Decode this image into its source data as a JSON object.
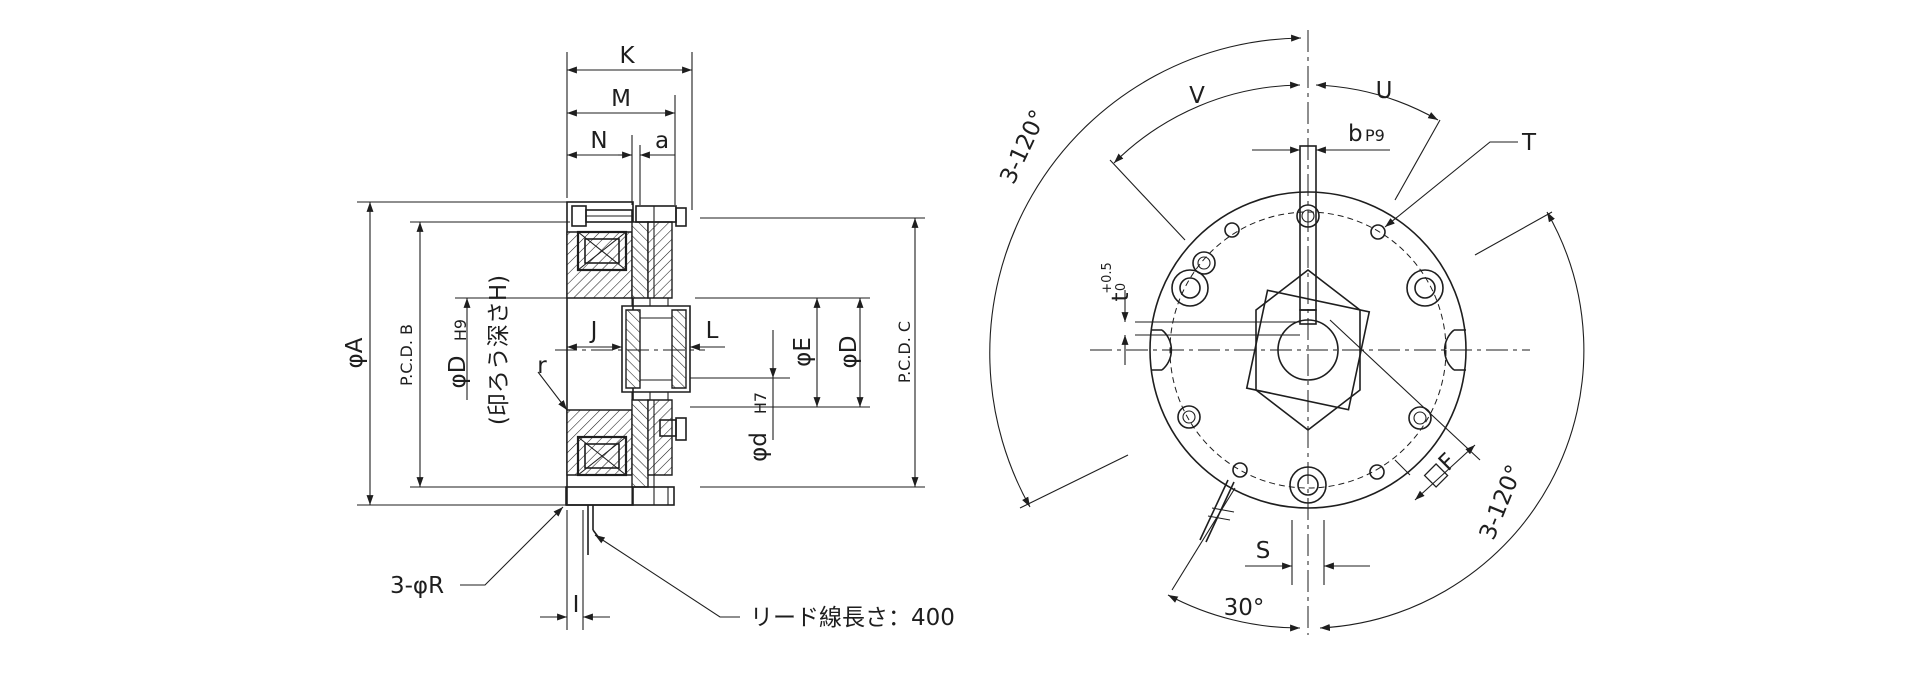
{
  "side_view": {
    "dim_K": "K",
    "dim_M": "M",
    "dim_N": "N",
    "dim_a": "a",
    "dim_phiA": "φA",
    "dim_pcd_B": "P.C.D. B",
    "dim_phiD_H9": "φD",
    "dim_H9_tol": "H9",
    "note_depth": "(印ろう深さH)",
    "dim_r": "r",
    "dim_J": "J",
    "dim_L": "L",
    "dim_phiE": "φE",
    "dim_phiD": "φD",
    "dim_pcd_C": "P.C.D. C",
    "dim_phid": "φd",
    "dim_H7_tol": "H7",
    "dim_I": "I",
    "callout_3phiR": "3-φR",
    "callout_lead": "リード線長さ：400"
  },
  "front_view": {
    "angle_top_left": "3-120°",
    "angle_bottom_right": "3-120°",
    "dim_V": "V",
    "dim_U": "U",
    "dim_b": "b",
    "dim_P9_tol": "P9",
    "callout_T": "T",
    "dim_t": "t",
    "dim_t_tol_plus": "+0.5",
    "dim_t_tol_zero": "0",
    "dim_sqF": "□F",
    "dim_S": "S",
    "angle_30": "30°"
  },
  "colors": {
    "line": "#1e1e1e",
    "background": "#ffffff"
  }
}
